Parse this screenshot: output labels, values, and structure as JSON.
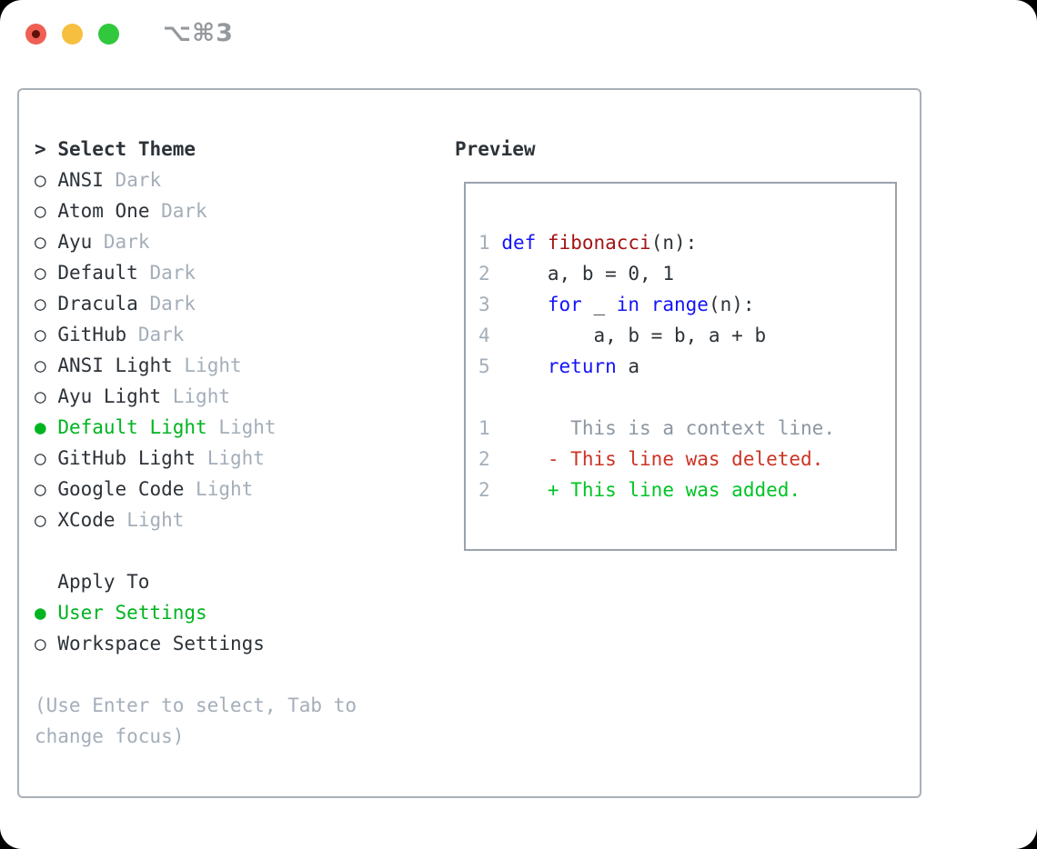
{
  "window": {
    "title": "⌥⌘3"
  },
  "theme_list": {
    "header_prefix": ">",
    "header": "Select Theme",
    "items": [
      {
        "name": "ANSI",
        "variant": "Dark",
        "selected": false
      },
      {
        "name": "Atom One",
        "variant": "Dark",
        "selected": false
      },
      {
        "name": "Ayu",
        "variant": "Dark",
        "selected": false
      },
      {
        "name": "Default",
        "variant": "Dark",
        "selected": false
      },
      {
        "name": "Dracula",
        "variant": "Dark",
        "selected": false
      },
      {
        "name": "GitHub",
        "variant": "Dark",
        "selected": false
      },
      {
        "name": "ANSI Light",
        "variant": "Light",
        "selected": false
      },
      {
        "name": "Ayu Light",
        "variant": "Light",
        "selected": false
      },
      {
        "name": "Default Light",
        "variant": "Light",
        "selected": true
      },
      {
        "name": "GitHub Light",
        "variant": "Light",
        "selected": false
      },
      {
        "name": "Google Code",
        "variant": "Light",
        "selected": false
      },
      {
        "name": "XCode",
        "variant": "Light",
        "selected": false
      }
    ]
  },
  "apply_to": {
    "header": "Apply To",
    "options": [
      {
        "label": "User Settings",
        "selected": true
      },
      {
        "label": "Workspace Settings",
        "selected": false
      }
    ]
  },
  "help_lines": [
    "(Use Enter to select, Tab to",
    "change focus)"
  ],
  "preview": {
    "label": "Preview",
    "lines": [
      {
        "num": "1",
        "segments": [
          {
            "t": "def",
            "c": "keyword"
          },
          {
            "t": " ",
            "c": "text"
          },
          {
            "t": "fibonacci",
            "c": "function"
          },
          {
            "t": "(n):",
            "c": "text"
          }
        ]
      },
      {
        "num": "2",
        "segments": [
          {
            "t": "    a, b = 0, 1",
            "c": "text"
          }
        ]
      },
      {
        "num": "3",
        "segments": [
          {
            "t": "    ",
            "c": "text"
          },
          {
            "t": "for",
            "c": "keyword"
          },
          {
            "t": " _ ",
            "c": "text"
          },
          {
            "t": "in",
            "c": "keyword"
          },
          {
            "t": " ",
            "c": "text"
          },
          {
            "t": "range",
            "c": "keyword"
          },
          {
            "t": "(n):",
            "c": "text"
          }
        ]
      },
      {
        "num": "4",
        "segments": [
          {
            "t": "        a, b = b, a + b",
            "c": "text"
          }
        ]
      },
      {
        "num": "5",
        "segments": [
          {
            "t": "    ",
            "c": "text"
          },
          {
            "t": "return",
            "c": "keyword"
          },
          {
            "t": " a",
            "c": "text"
          }
        ]
      },
      {
        "num": "",
        "segments": []
      },
      {
        "num": "1",
        "segments": [
          {
            "t": "      This is a context line.",
            "c": "context"
          }
        ]
      },
      {
        "num": "2",
        "segments": [
          {
            "t": "    - This line was deleted.",
            "c": "deleted"
          }
        ]
      },
      {
        "num": "2",
        "segments": [
          {
            "t": "    + This line was added.",
            "c": "added"
          }
        ]
      }
    ]
  },
  "colors": {
    "text": "#2c3238",
    "muted": "#a4aeb9",
    "context": "#8d97a2",
    "green": "#00b420",
    "keyword": "#1414fa",
    "function": "#a31515",
    "deleted": "#cb3425",
    "added": "#00c426",
    "border": "#a9b0b8",
    "preview_border": "#9aa2ad",
    "title": "#95989d",
    "tl_red": "#ef5f53",
    "tl_red_dot": "#5f120a",
    "tl_yellow": "#f7bf3f",
    "tl_green": "#31c83e"
  }
}
